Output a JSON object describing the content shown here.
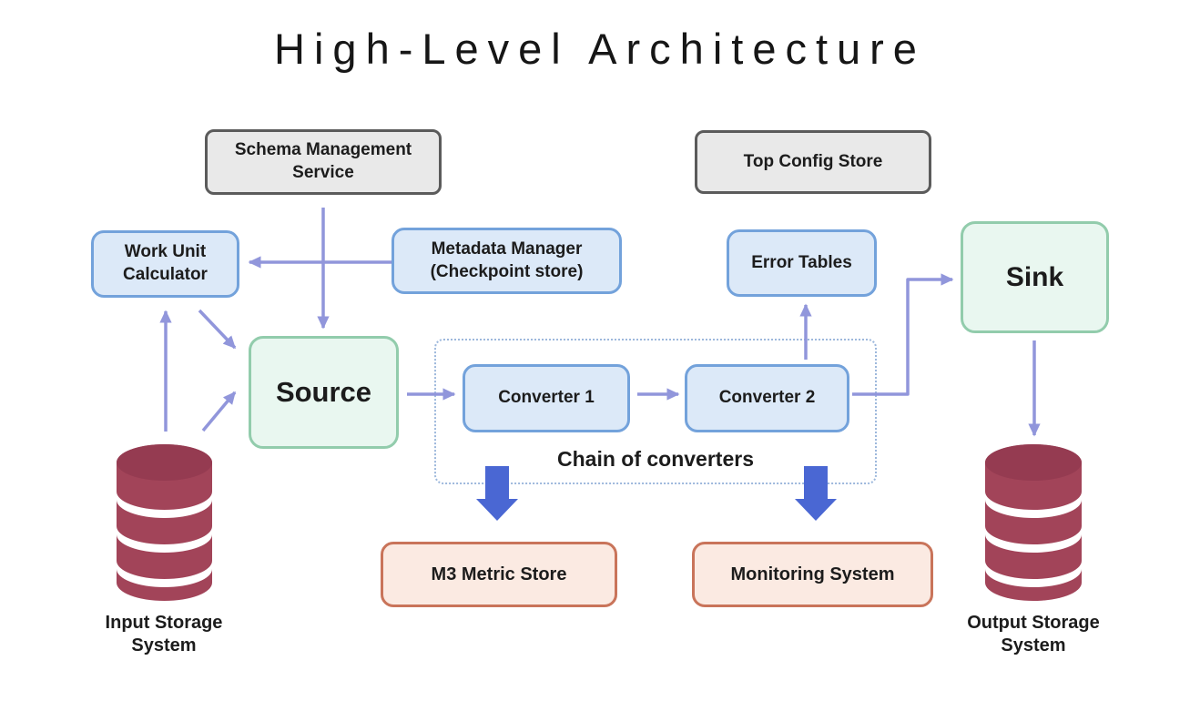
{
  "title": "High-Level Architecture",
  "nodes": {
    "schema_management": {
      "label": "Schema Management\nService",
      "type": "external-service"
    },
    "top_config": {
      "label": "Top Config Store",
      "type": "external-service"
    },
    "work_unit_calculator": {
      "label": "Work Unit\nCalculator",
      "type": "component"
    },
    "metadata_manager": {
      "label": "Metadata Manager\n(Checkpoint store)",
      "type": "component"
    },
    "error_tables": {
      "label": "Error Tables",
      "type": "component"
    },
    "source": {
      "label": "Source",
      "type": "endpoint"
    },
    "sink": {
      "label": "Sink",
      "type": "endpoint"
    },
    "converter1": {
      "label": "Converter 1",
      "type": "component"
    },
    "converter2": {
      "label": "Converter 2",
      "type": "component"
    },
    "chain_group": {
      "label": "Chain of converters",
      "type": "group"
    },
    "m3_metric_store": {
      "label": "M3 Metric Store",
      "type": "observability"
    },
    "monitoring_system": {
      "label": "Monitoring System",
      "type": "observability"
    },
    "input_storage": {
      "label": "Input Storage\nSystem",
      "type": "database"
    },
    "output_storage": {
      "label": "Output Storage\nSystem",
      "type": "database"
    }
  },
  "edges": [
    {
      "from": "Schema Management Service",
      "to": "Source",
      "style": "thin-arrow"
    },
    {
      "from": "Metadata Manager (Checkpoint store)",
      "to": "Work Unit Calculator",
      "style": "thin-arrow"
    },
    {
      "from": "Work Unit Calculator",
      "to": "Source",
      "style": "thin-arrow"
    },
    {
      "from": "Input Storage System",
      "to": "Work Unit Calculator",
      "style": "thin-arrow"
    },
    {
      "from": "Input Storage System",
      "to": "Source",
      "style": "thin-arrow"
    },
    {
      "from": "Source",
      "to": "Converter 1",
      "style": "thin-arrow"
    },
    {
      "from": "Converter 1",
      "to": "Converter 2",
      "style": "thin-arrow"
    },
    {
      "from": "Converter 2",
      "to": "Error Tables",
      "style": "thin-arrow"
    },
    {
      "from": "Converter 2",
      "to": "Sink",
      "style": "thin-arrow"
    },
    {
      "from": "Sink",
      "to": "Output Storage System",
      "style": "thin-arrow"
    },
    {
      "from": "Converter 1",
      "to": "M3 Metric Store",
      "style": "thick-arrow"
    },
    {
      "from": "Converter 2",
      "to": "Monitoring System",
      "style": "thick-arrow"
    }
  ],
  "colors": {
    "thin_arrow": "#9196db",
    "thick_arrow": "#4a67d3",
    "external_fill": "#e9e9e9",
    "external_border": "#5b5b5b",
    "component_fill": "#dce9f8",
    "component_border": "#73a2db",
    "endpoint_fill": "#e9f7f0",
    "endpoint_border": "#92ccac",
    "observability_fill": "#fbeae2",
    "observability_border": "#c9745a",
    "database_body": "#a24459",
    "database_top": "#953b51",
    "group_border": "#9db8dc",
    "text": "#1c1c1c"
  }
}
